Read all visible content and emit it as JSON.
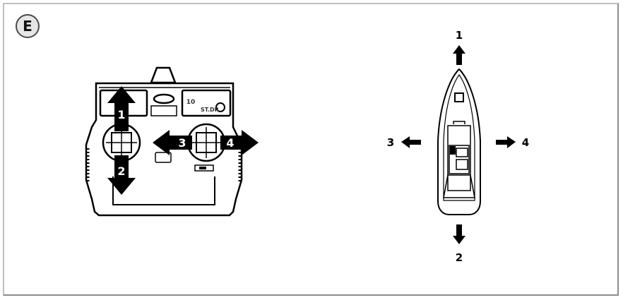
{
  "panel": {
    "label": "E"
  },
  "transmitter": {
    "label_channel": "10",
    "label_stop": "ST.DR",
    "arrow_labels": {
      "up": "1",
      "down": "2",
      "left": "3",
      "right": "4"
    }
  },
  "boat": {
    "arrow_labels": {
      "forward": "1",
      "backward": "2",
      "left": "3",
      "right": "4"
    }
  }
}
